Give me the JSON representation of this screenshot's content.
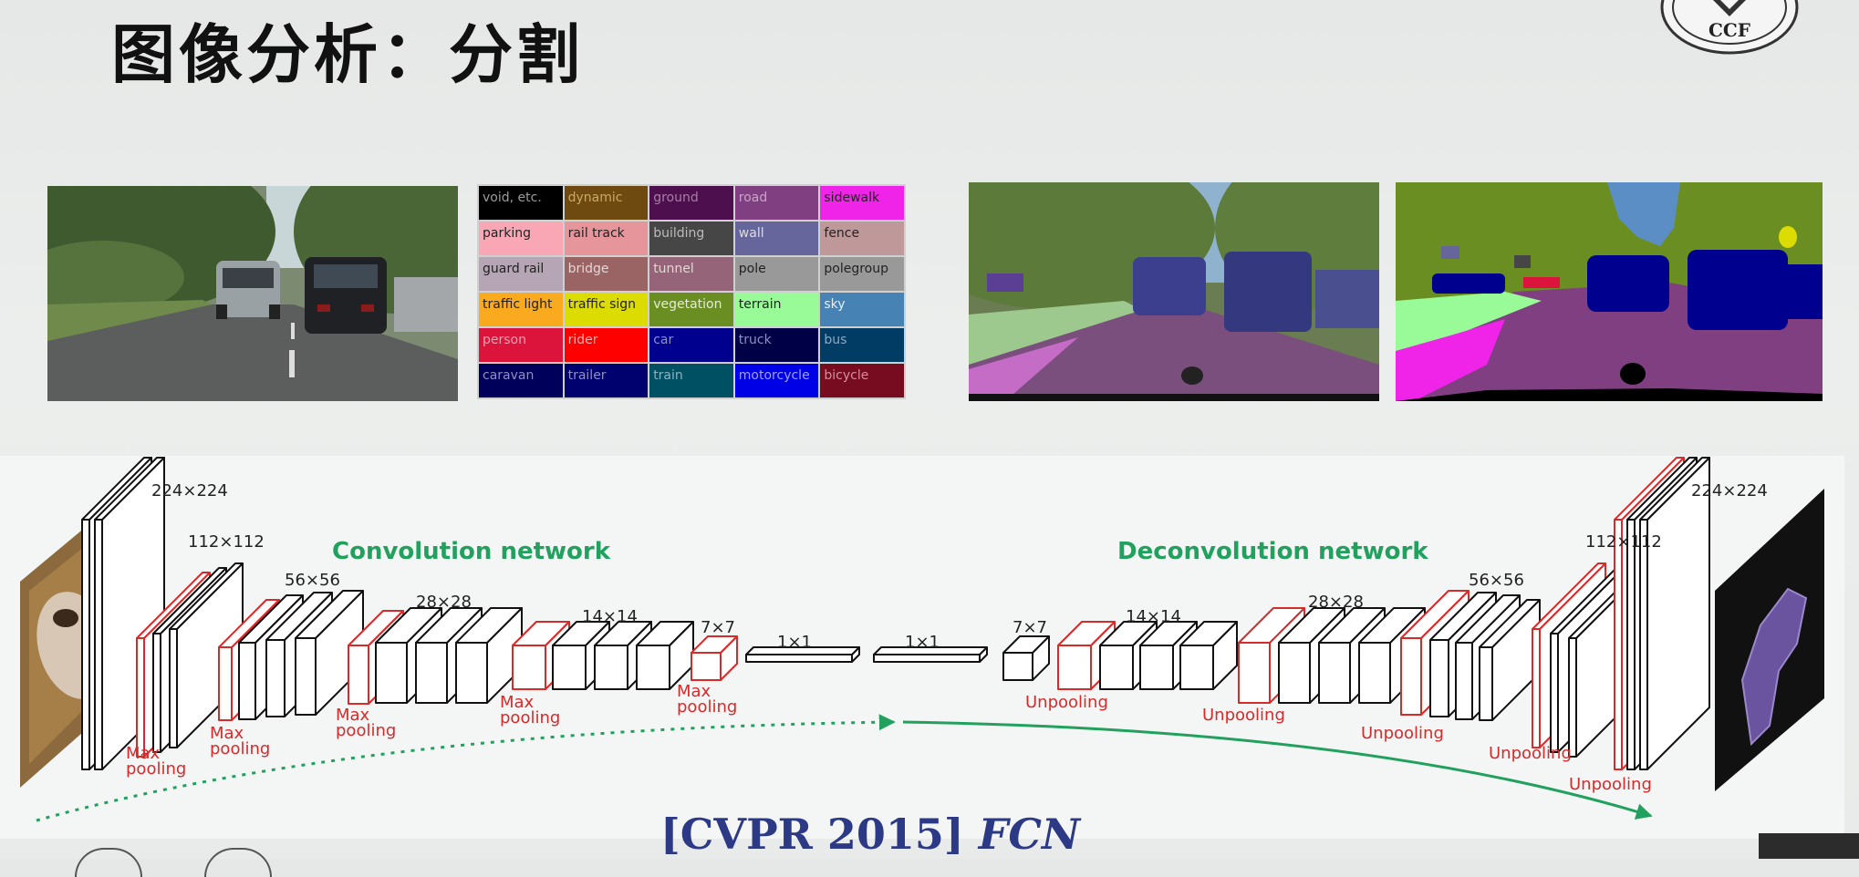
{
  "title": "图像分析：分割",
  "logo": {
    "text": "CCF",
    "icon": "ccf-logo-icon"
  },
  "label_legend": [
    {
      "text": "void, etc.",
      "bg": "#000000",
      "fg": "#9a9a9a"
    },
    {
      "text": "dynamic",
      "bg": "#6f4a10",
      "fg": "#c9a96a"
    },
    {
      "text": "ground",
      "bg": "#4e0f4e",
      "fg": "#a57ea5"
    },
    {
      "text": "road",
      "bg": "#7f3f80",
      "fg": "#c9a3ca"
    },
    {
      "text": "sidewalk",
      "bg": "#f023e8",
      "fg": "#222222"
    },
    {
      "text": "parking",
      "bg": "#f9a7b4",
      "fg": "#222222"
    },
    {
      "text": "rail track",
      "bg": "#e6969a",
      "fg": "#222222"
    },
    {
      "text": "building",
      "bg": "#464646",
      "fg": "#bbbbbb"
    },
    {
      "text": "wall",
      "bg": "#66669c",
      "fg": "#dddddd"
    },
    {
      "text": "fence",
      "bg": "#bf9999",
      "fg": "#222222"
    },
    {
      "text": "guard rail",
      "bg": "#b5a5b5",
      "fg": "#222222"
    },
    {
      "text": "bridge",
      "bg": "#9a6464",
      "fg": "#e5d5d5"
    },
    {
      "text": "tunnel",
      "bg": "#966478",
      "fg": "#e5d5d5"
    },
    {
      "text": "pole",
      "bg": "#999999",
      "fg": "#222222"
    },
    {
      "text": "polegroup",
      "bg": "#999999",
      "fg": "#222222"
    },
    {
      "text": "traffic light",
      "bg": "#faaa1e",
      "fg": "#222222"
    },
    {
      "text": "traffic sign",
      "bg": "#dcdc00",
      "fg": "#222222"
    },
    {
      "text": "vegetation",
      "bg": "#6b8e23",
      "fg": "#e5ecd4"
    },
    {
      "text": "terrain",
      "bg": "#98fb98",
      "fg": "#222222"
    },
    {
      "text": "sky",
      "bg": "#4682b4",
      "fg": "#e5eef5"
    },
    {
      "text": "person",
      "bg": "#dc143c",
      "fg": "#e8a0ae"
    },
    {
      "text": "rider",
      "bg": "#ff0000",
      "fg": "#f2b0b0"
    },
    {
      "text": "car",
      "bg": "#00008e",
      "fg": "#8f8fd0"
    },
    {
      "text": "truck",
      "bg": "#000046",
      "fg": "#8f8fc0"
    },
    {
      "text": "bus",
      "bg": "#003c64",
      "fg": "#8fa8c0"
    },
    {
      "text": "caravan",
      "bg": "#00005a",
      "fg": "#8f8fc0"
    },
    {
      "text": "trailer",
      "bg": "#00006e",
      "fg": "#8f8fc0"
    },
    {
      "text": "train",
      "bg": "#005064",
      "fg": "#8fb0c0"
    },
    {
      "text": "motorcycle",
      "bg": "#0000e6",
      "fg": "#a0a0f5"
    },
    {
      "text": "bicycle",
      "bg": "#770b20",
      "fg": "#d0909c"
    }
  ],
  "diagram": {
    "conv_title": "Convolution network",
    "deconv_title": "Deconvolution network",
    "dims": {
      "d224a": "224×224",
      "d112a": "112×112",
      "d56a": "56×56",
      "d28a": "28×28",
      "d14a": "14×14",
      "d7a": "7×7",
      "d1a": "1×1",
      "d1b": "1×1",
      "d7b": "7×7",
      "d14b": "14×14",
      "d28b": "28×28",
      "d56b": "56×56",
      "d112b": "112×112",
      "d224b": "224×224"
    },
    "pooling": {
      "max_line1": "Max",
      "max_line2": "pooling",
      "unpooling": "Unpooling"
    }
  },
  "citation": {
    "venue": "[CVPR 2015]",
    "model": "FCN"
  },
  "colors": {
    "green": "#22a15e",
    "red": "#d62b2b",
    "citation": "#2c3a86"
  }
}
